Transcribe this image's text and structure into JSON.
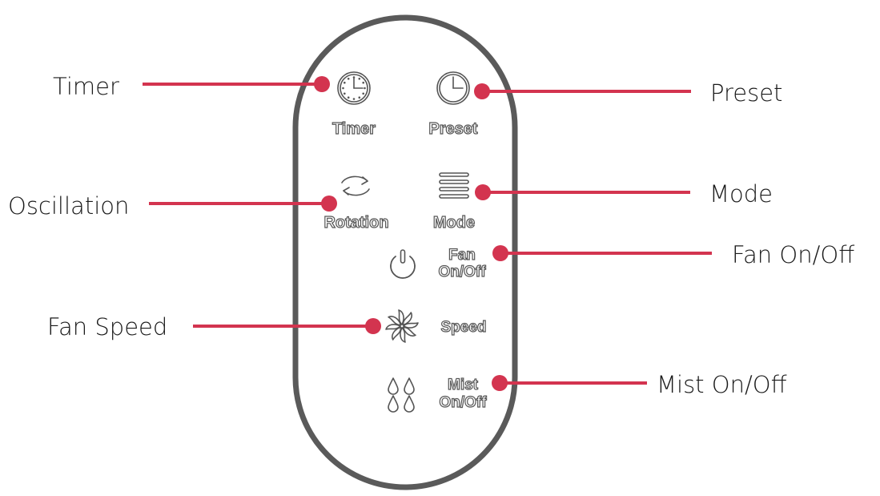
{
  "colors": {
    "callout_accent": "#d3344f",
    "remote_outline": "#5a5a5a",
    "button_text_outline": "#555555"
  },
  "remote_buttons": {
    "timer": {
      "label": "Timer",
      "icon": "clock-icon"
    },
    "preset": {
      "label": "Preset",
      "icon": "clock-icon"
    },
    "rotation": {
      "label": "Rotation",
      "icon": "rotation-arrows-icon"
    },
    "mode": {
      "label": "Mode",
      "icon": "menu-lines-icon"
    },
    "fan_power": {
      "label_line1": "Fan",
      "label_line2": "On/Off",
      "icon": "power-icon"
    },
    "speed": {
      "label": "Speed",
      "icon": "fan-icon"
    },
    "mist": {
      "label_line1": "Mist",
      "label_line2": "On/Off",
      "icon": "water-drops-icon"
    }
  },
  "callouts": {
    "timer": "Timer",
    "oscillation": "Oscillation",
    "fan_speed": "Fan Speed",
    "preset": "Preset",
    "mode": "Mode",
    "fan_on_off": "Fan On/Off",
    "mist_on_off": "Mist On/Off"
  }
}
